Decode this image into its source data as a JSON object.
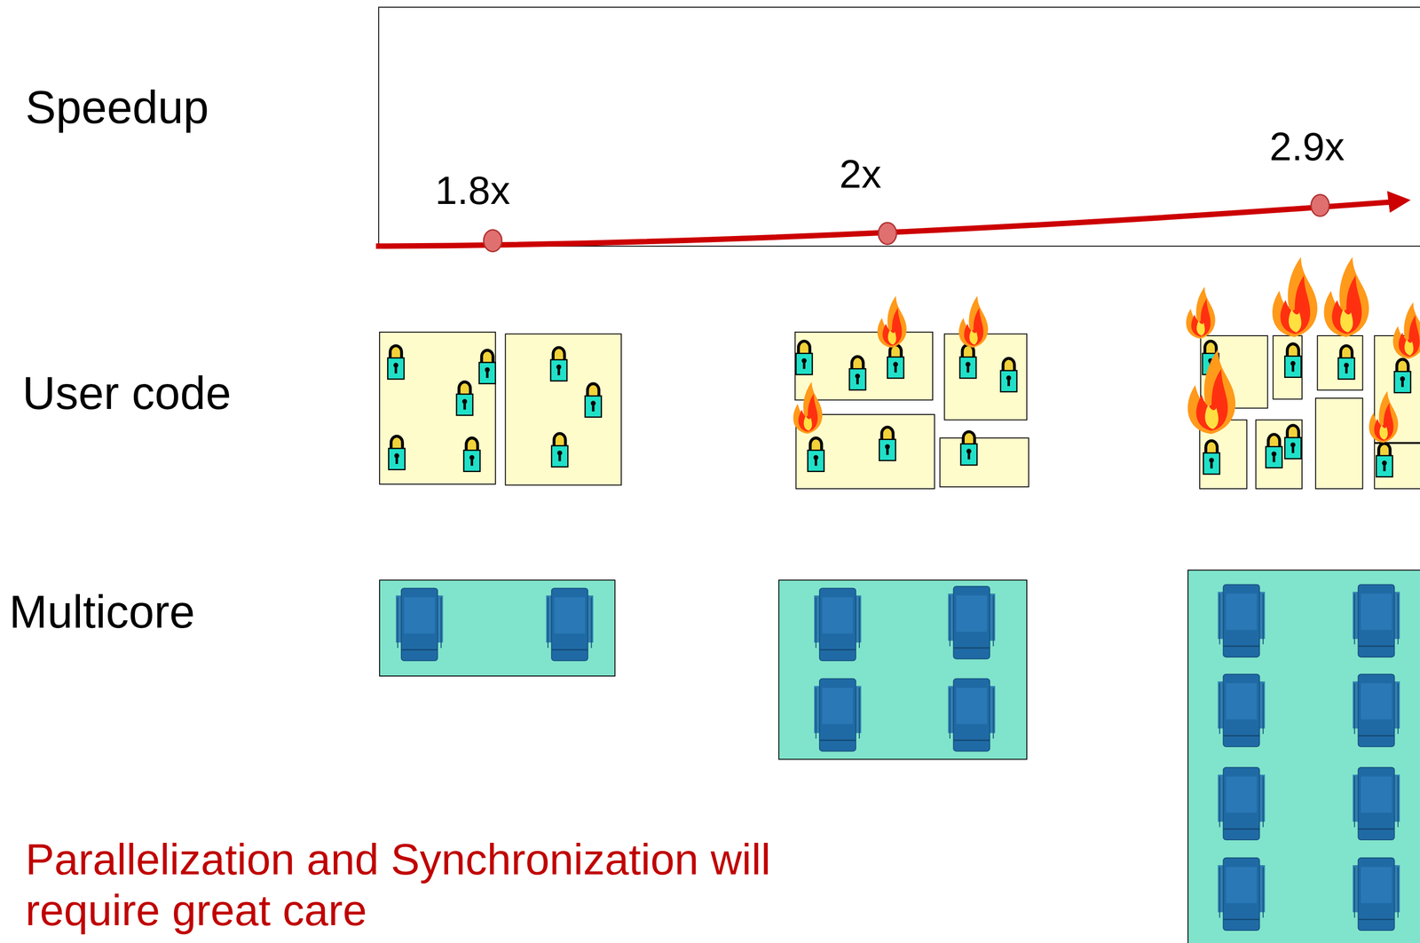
{
  "diagram": {
    "labels": [
      "Speedup",
      "1.8x",
      "2x",
      "2.9x",
      "User code",
      "Multicore",
      "Parallelization and Synchronization will require great care"
    ]
  }
}
